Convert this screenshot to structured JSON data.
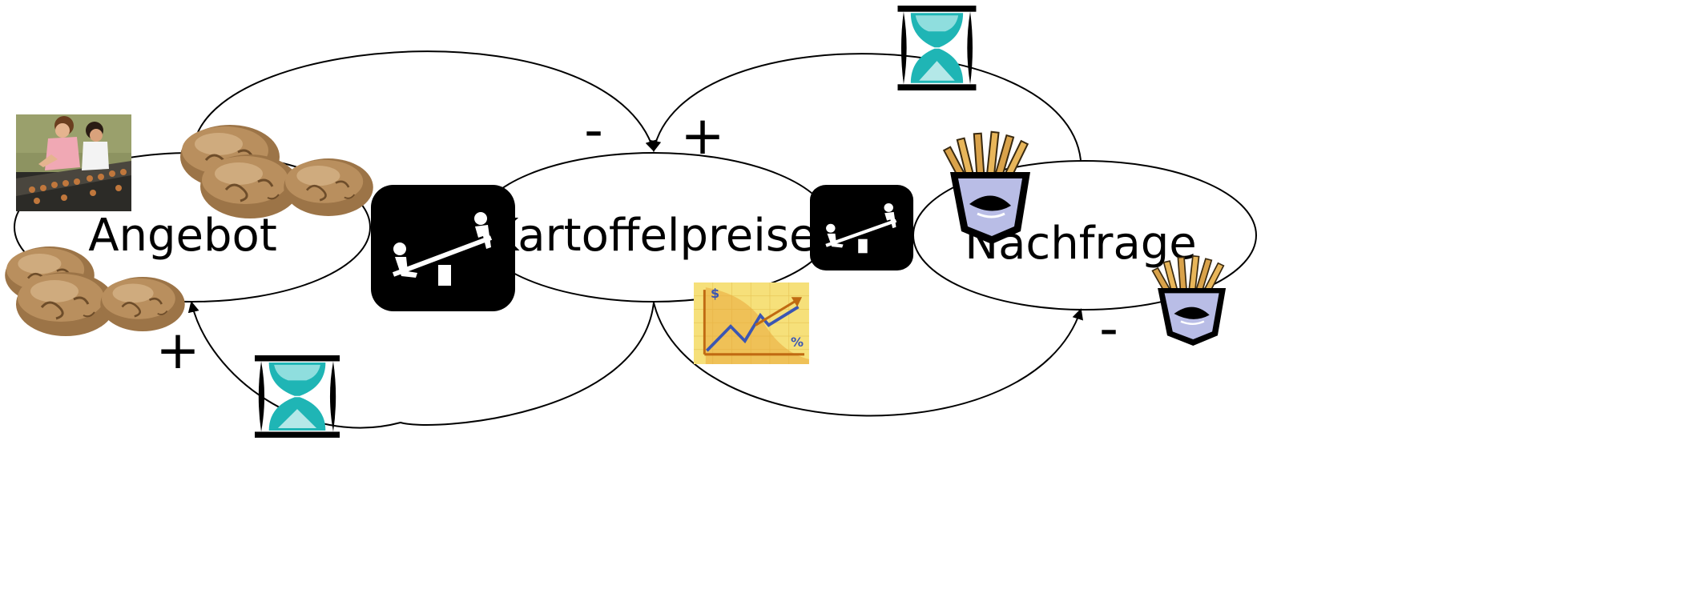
{
  "nodes": {
    "supply": {
      "label": "Angebot"
    },
    "price": {
      "label": "Kartoffelpreise"
    },
    "demand": {
      "label": "Nachfrage"
    }
  },
  "links": {
    "supply_to_price": {
      "sign": "-"
    },
    "demand_to_price": {
      "sign": "+"
    },
    "price_to_supply": {
      "sign": "+"
    },
    "price_to_demand": {
      "sign": "-"
    }
  },
  "chart_icon": {
    "currency": "$",
    "percent": "%"
  },
  "colors": {
    "line": "#000000",
    "hourglass_sand": "#1fb5b5",
    "potato": "#a07b4e",
    "seesaw_bg": "#000000",
    "chart_bg": "#f6e07a",
    "chart_trend": "#3b56b3",
    "chart_arrow": "#c06a12"
  },
  "icons": [
    "workers-photo",
    "potatoes-icon",
    "seesaw-icon",
    "hourglass-icon",
    "french-fries-icon",
    "rising-chart-icon"
  ]
}
